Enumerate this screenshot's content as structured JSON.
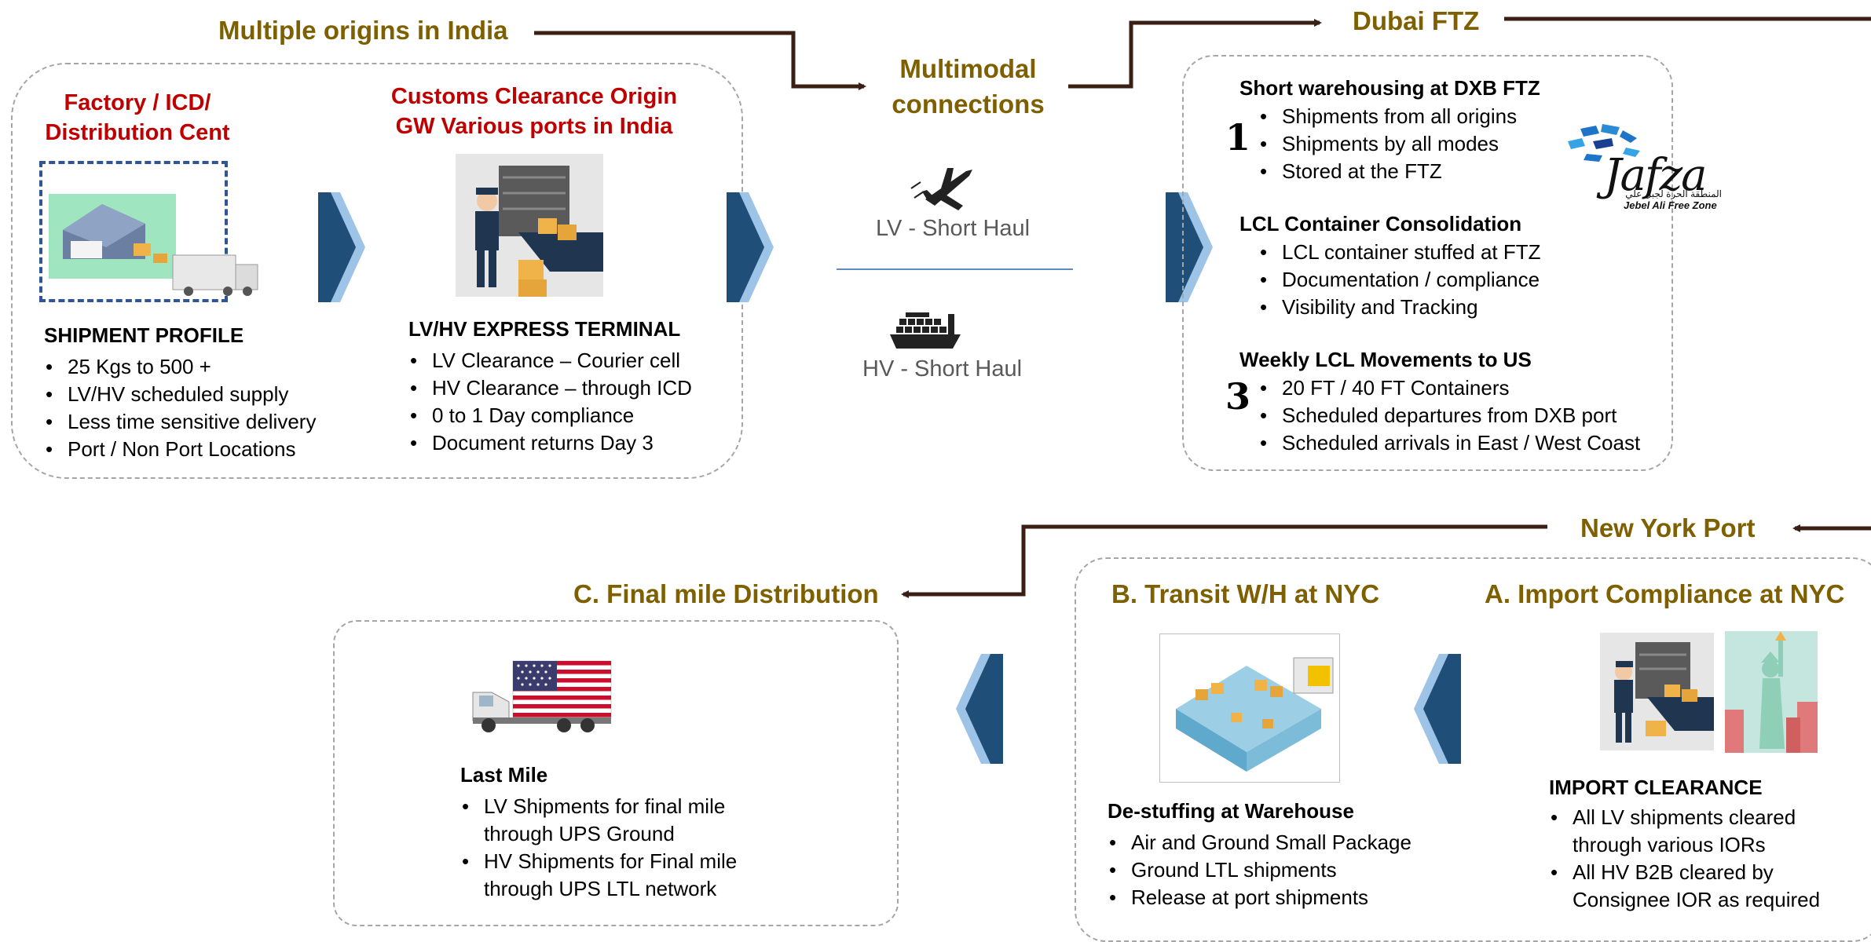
{
  "header": {
    "origins_title": "Multiple origins in India",
    "multimodal_title": "Multimodal connections",
    "dubai_title": "Dubai FTZ",
    "newyork_title": "New York Port"
  },
  "origin": {
    "factory_title": "Factory / ICD/ Distribution Cent",
    "customs_title": "Customs Clearance Origin GW Various ports in India",
    "shipment_profile": {
      "title": "SHIPMENT PROFILE",
      "items": [
        "25 Kgs to 500 +",
        "LV/HV scheduled supply",
        "Less time sensitive delivery",
        "Port / Non Port Locations"
      ]
    },
    "express_terminal": {
      "title": "LV/HV EXPRESS TERMINAL",
      "items": [
        "LV Clearance – Courier cell",
        "HV Clearance – through ICD",
        "0 to 1 Day compliance",
        "Document returns Day 3"
      ]
    }
  },
  "multimodal": {
    "air_label": "LV - Short Haul",
    "sea_label": "HV - Short Haul"
  },
  "dubai": {
    "logo_text": "Jafza",
    "logo_arabic": "المنطقة الحرة لجبل علي",
    "logo_subtitle": "Jebel Ali Free Zone",
    "sections": [
      {
        "number": "1",
        "title": "Short warehousing at DXB FTZ",
        "items": [
          "Shipments from all origins",
          "Shipments by all modes",
          "Stored at the FTZ"
        ]
      },
      {
        "number": "",
        "title": "LCL Container Consolidation",
        "items": [
          "LCL container stuffed at FTZ",
          "Documentation / compliance",
          "Visibility and Tracking"
        ]
      },
      {
        "number": "3",
        "title": "Weekly LCL Movements to US",
        "items": [
          "20 FT / 40 FT Containers",
          "Scheduled departures from DXB port",
          "Scheduled arrivals in East / West Coast"
        ]
      }
    ]
  },
  "nyc": {
    "import": {
      "title": "A. Import Compliance at NYC",
      "sub_title": "IMPORT CLEARANCE",
      "items": [
        "All LV shipments cleared through various IORs",
        "All HV B2B cleared by Consignee IOR as required"
      ]
    },
    "transit": {
      "title": "B. Transit W/H at NYC",
      "sub_title": "De-stuffing at Warehouse",
      "items": [
        "Air and Ground Small Package",
        "Ground LTL shipments",
        "Release at port shipments"
      ]
    },
    "final": {
      "title": "C. Final mile Distribution",
      "sub_title": "Last Mile",
      "items": [
        "LV Shipments for final mile through UPS Ground",
        "HV Shipments for Final mile through UPS LTL network"
      ]
    }
  },
  "colors": {
    "title_gold": "#7f6000",
    "title_red": "#c00000",
    "arrow_brown": "#3b1f14",
    "chevron_dark": "#1f4e79",
    "chevron_light": "#9dc3e6"
  }
}
